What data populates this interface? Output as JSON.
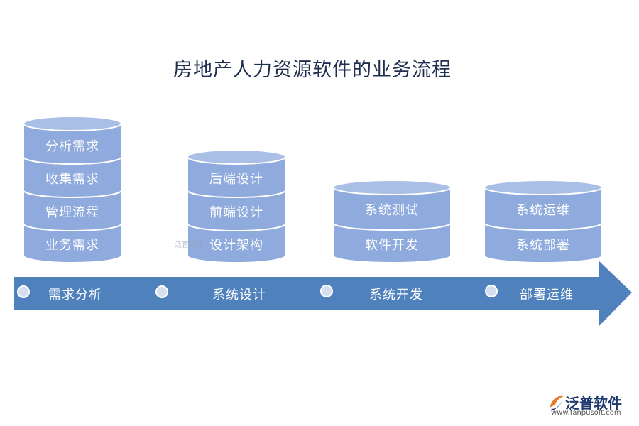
{
  "title": "房地产人力资源软件的业务流程",
  "stacks": [
    {
      "items": [
        "分析需求",
        "收集需求",
        "管理流程",
        "业务需求"
      ]
    },
    {
      "items": [
        "后端设计",
        "前端设计",
        "设计架构"
      ]
    },
    {
      "items": [
        "系统测试",
        "软件开发"
      ]
    },
    {
      "items": [
        "系统运维",
        "系统部署"
      ]
    }
  ],
  "stages": [
    "需求分析",
    "系统设计",
    "系统开发",
    "部署运维"
  ],
  "logo": {
    "name": "泛普软件",
    "url": "www.fanpusoft.com"
  },
  "watermark": "泛普软件",
  "colors": {
    "cylinder": "#8faadc",
    "cylinder_top": "#a9bfe6",
    "arrow": "#4f81bd",
    "title": "#1f2f4f"
  }
}
